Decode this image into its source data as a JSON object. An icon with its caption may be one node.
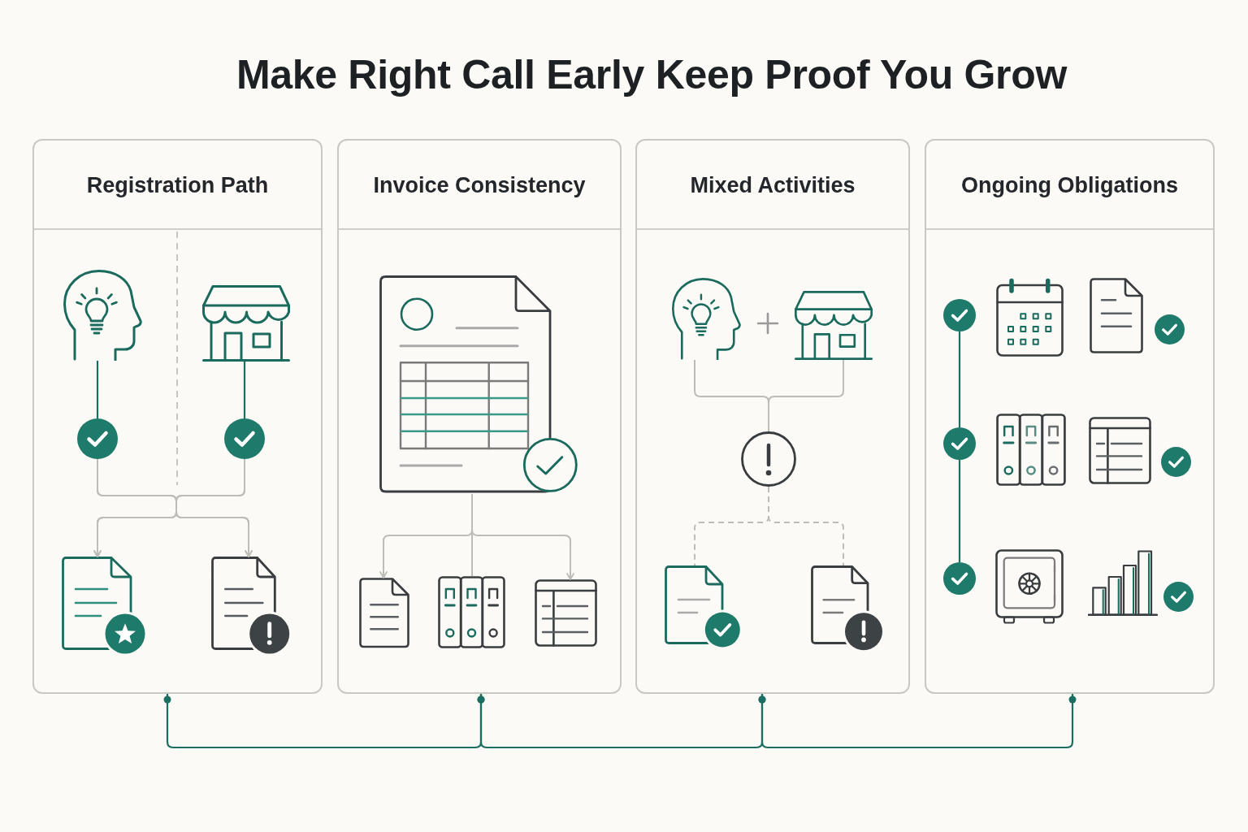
{
  "diagram": {
    "title": "Make Right Call Early Keep Proof You Grow",
    "nodes": [
      {
        "text": [
          "Registration Path"
        ]
      },
      {
        "text": [],
        "shape": "picture",
        "in": 0
      },
      {
        "text": [],
        "shape": "picture",
        "in": 0
      },
      {
        "text": [],
        "shape": "circle",
        "in": 0
      },
      {
        "text": [],
        "shape": "circle",
        "in": 0
      },
      {
        "text": [],
        "shape": "picture",
        "in": 0
      },
      {
        "text": [],
        "shape": "picture",
        "in": 0
      },
      {
        "text": [
          "Invoice Consistency"
        ]
      },
      {
        "text": [],
        "shape": "picture",
        "in": 7
      },
      {
        "text": [],
        "shape": "picture",
        "in": 7
      },
      {
        "text": [],
        "shape": "picture",
        "in": 7
      },
      {
        "text": [],
        "shape": "picture",
        "in": 7
      },
      {
        "text": [
          "Mixed Activities"
        ]
      },
      {
        "text": [],
        "shape": "picture",
        "in": 12
      },
      {
        "text": [],
        "shape": "picture",
        "in": 12
      },
      {
        "text": [],
        "shape": "circle",
        "in": 12
      },
      {
        "text": [],
        "shape": "picture",
        "in": 12
      },
      {
        "text": [],
        "shape": "picture",
        "in": 12
      },
      {
        "text": [
          "Ongoing Obligations"
        ]
      },
      {
        "text": [],
        "shape": "circle",
        "in": 18
      },
      {
        "text": [],
        "shape": "circle",
        "in": 18
      },
      {
        "text": [],
        "shape": "circle",
        "in": 18
      }
    ],
    "edges": [
      {
        "from": 1,
        "to": 3,
        "arrow": "none",
        "color": "#1d6e62"
      },
      {
        "from": 2,
        "to": 4,
        "arrow": "none",
        "color": "#1d6e62"
      },
      {
        "from": 3,
        "to": 5,
        "arrow": "to"
      },
      {
        "from": 3,
        "to": 6,
        "arrow": "to"
      },
      {
        "from": 4,
        "to": 5,
        "arrow": "to"
      },
      {
        "from": 4,
        "to": 6,
        "arrow": "to"
      },
      {
        "from": 8,
        "to": 9,
        "arrow": "to"
      },
      {
        "from": 8,
        "to": 10,
        "arrow": "none"
      },
      {
        "from": 8,
        "to": 11,
        "arrow": "to"
      },
      {
        "from": 13,
        "to": 15,
        "arrow": "none"
      },
      {
        "from": 14,
        "to": 15,
        "arrow": "none"
      },
      {
        "from": 15,
        "to": 16,
        "arrow": "none",
        "style": "dashed"
      },
      {
        "from": 15,
        "to": 17,
        "arrow": "none",
        "style": "dashed"
      },
      {
        "from": 19,
        "to": 20,
        "arrow": "none",
        "color": "#1d6e62"
      },
      {
        "from": 20,
        "to": 21,
        "arrow": "none",
        "color": "#1d6e62"
      },
      {
        "from": 0,
        "to": 7,
        "arrow": "other",
        "color": "#1d6e62"
      },
      {
        "from": 7,
        "to": 12,
        "arrow": "other",
        "color": "#1d6e62"
      },
      {
        "from": 12,
        "to": 18,
        "arrow": "other",
        "color": "#1d6e62"
      }
    ]
  }
}
